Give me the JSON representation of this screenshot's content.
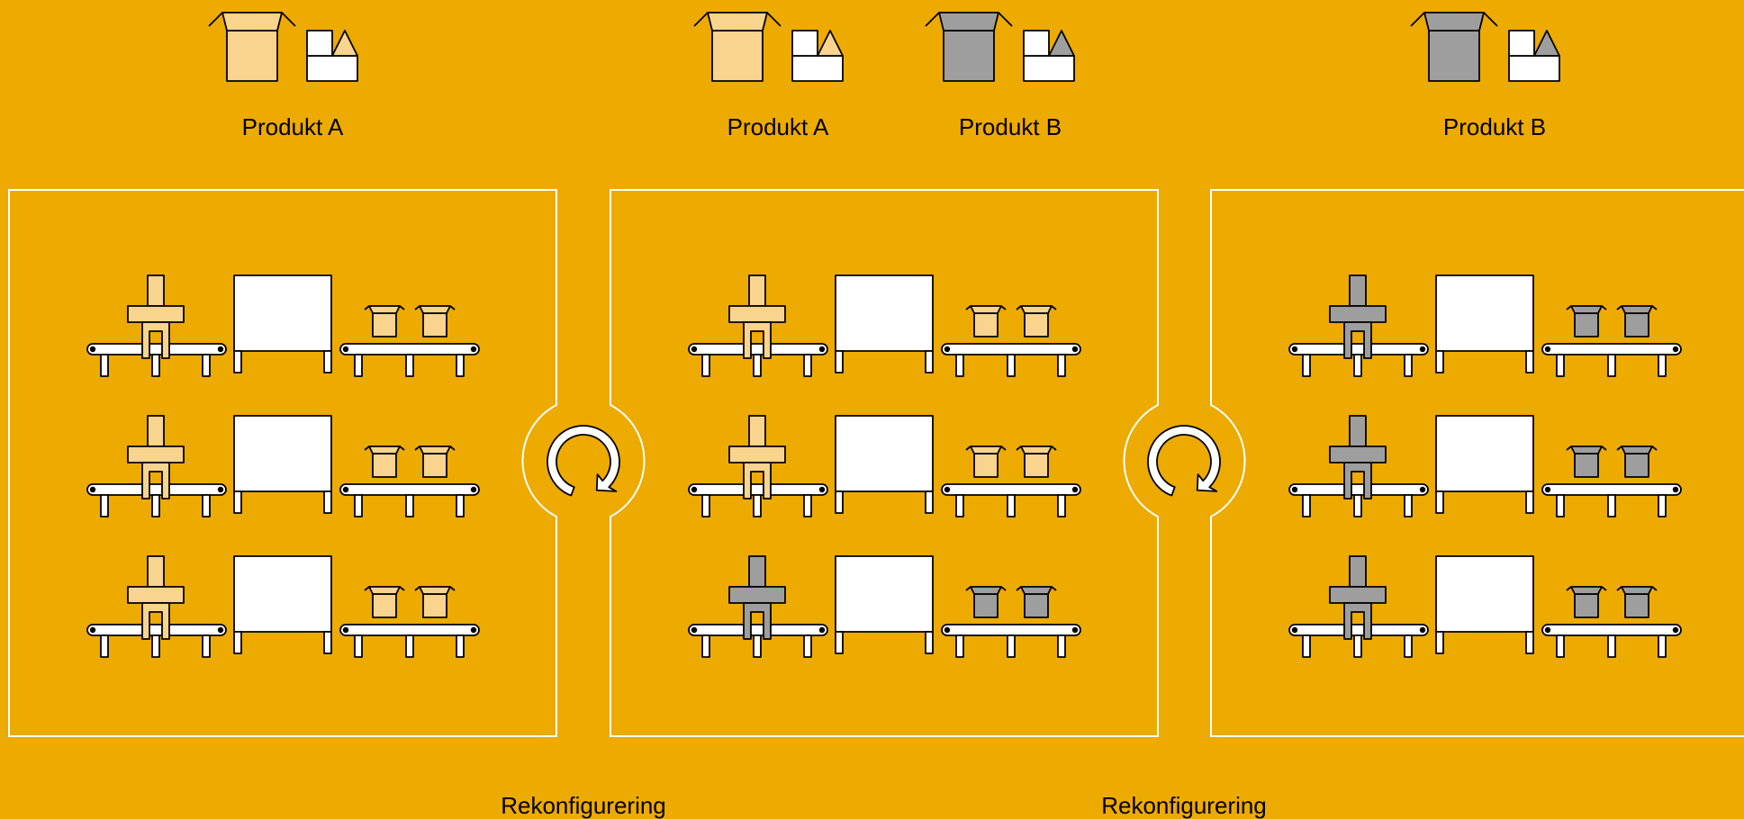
{
  "colors": {
    "background": "#EDAA00",
    "product_a": "#F8D48E",
    "product_b": "#9E9E9E",
    "line": "#000000",
    "panel_border": "#FFFFFF"
  },
  "product_labels": {
    "left": "Produkt A",
    "middle_a": "Produkt A",
    "middle_b": "Produkt B",
    "right": "Produkt B"
  },
  "reconfiguration_labels": [
    "Rekonfigurering",
    "Rekonfigurering"
  ],
  "stations": [
    {
      "rows": [
        "A",
        "A",
        "A"
      ]
    },
    {
      "rows": [
        "A",
        "A",
        "B"
      ]
    },
    {
      "rows": [
        "B",
        "B",
        "B"
      ]
    }
  ],
  "icons": {
    "product_box": "open-box-icon",
    "product_shapes": "shapes-icon",
    "reconfigure": "circular-arrow-icon"
  }
}
